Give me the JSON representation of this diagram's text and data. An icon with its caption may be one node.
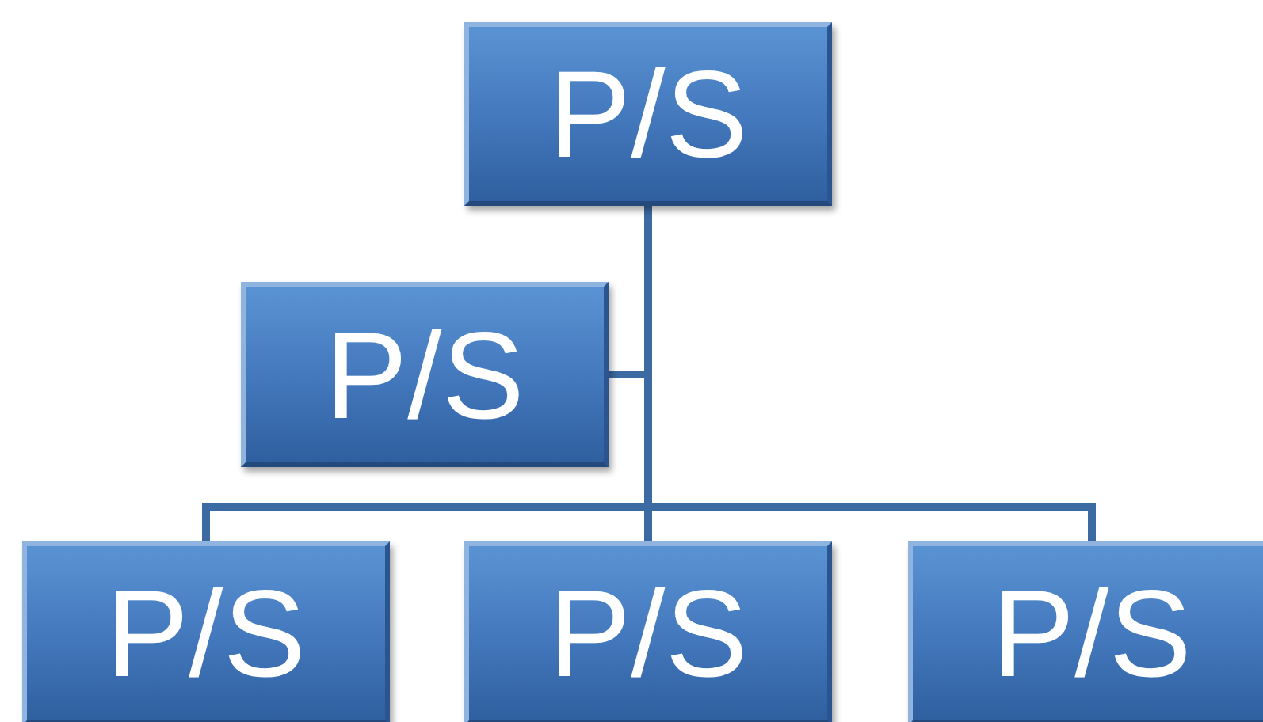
{
  "diagram": {
    "nodes": [
      {
        "text": [
          "P/S"
        ]
      },
      {
        "text": [
          "P/S"
        ]
      },
      {
        "text": [
          "P/S"
        ]
      },
      {
        "text": [
          "P/S"
        ]
      },
      {
        "text": [
          "P/S"
        ]
      }
    ],
    "edges": [
      {
        "from": 0,
        "to": 1,
        "arrow": "none"
      },
      {
        "from": 0,
        "to": 2,
        "arrow": "none"
      },
      {
        "from": 0,
        "to": 3,
        "arrow": "none"
      },
      {
        "from": 0,
        "to": 4,
        "arrow": "none"
      }
    ]
  }
}
